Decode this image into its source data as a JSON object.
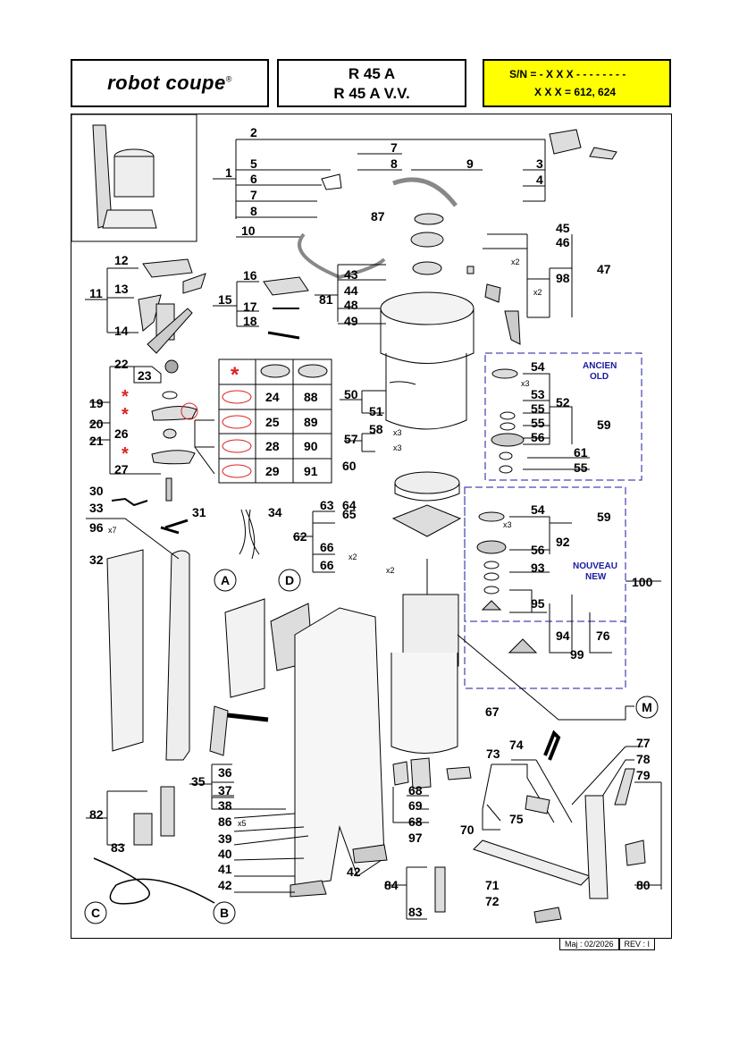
{
  "header": {
    "logo_text": "robot coupe",
    "logo_mark": "®",
    "model_line1": "R 45 A",
    "model_line2": "R 45 A V.V.",
    "serial_line1": "S/N = - X X X - - - - - - - -",
    "serial_line2": "X X X = 612, 624",
    "serial_bg_color": "#ffff00"
  },
  "footer": {
    "date": "Maj : 02/2026",
    "revision": "REV : I"
  },
  "sections": {
    "old_label_1": "ANCIEN",
    "old_label_2": "OLD",
    "new_label_1": "NOUVEAU",
    "new_label_2": "NEW",
    "accent_color": "#1a1aa0"
  },
  "table": {
    "header_star": "*",
    "rows": [
      [
        "24",
        "88"
      ],
      [
        "25",
        "89"
      ],
      [
        "28",
        "90"
      ],
      [
        "29",
        "91"
      ]
    ]
  },
  "callouts": {
    "A": "A",
    "B": "B",
    "C": "C",
    "D": "D",
    "M": "M"
  },
  "quantities": {
    "q96": "x7",
    "q53": "x3",
    "q58": "x3",
    "q57": "x3",
    "q98a": "x2",
    "q98b": "x2",
    "q66a": "x2",
    "q66b": "x2",
    "q54b": "x3",
    "q86": "x5"
  },
  "parts": {
    "p1": "1",
    "p2": "2",
    "p3": "3",
    "p4": "4",
    "p5": "5",
    "p6": "6",
    "p7a": "7",
    "p7b": "7",
    "p8a": "8",
    "p8b": "8",
    "p9": "9",
    "p10": "10",
    "p11": "11",
    "p12": "12",
    "p13": "13",
    "p14": "14",
    "p15": "15",
    "p16": "16",
    "p17": "17",
    "p18": "18",
    "p19": "19",
    "p20": "20",
    "p21": "21",
    "p22": "22",
    "p23": "23",
    "p26": "26",
    "p27": "27",
    "p30": "30",
    "p31": "31",
    "p32": "32",
    "p33": "33",
    "p34": "34",
    "p35": "35",
    "p36": "36",
    "p37": "37",
    "p38": "38",
    "p39": "39",
    "p40": "40",
    "p41": "41",
    "p42a": "42",
    "p42b": "42",
    "p43": "43",
    "p44": "44",
    "p45": "45",
    "p46": "46",
    "p47": "47",
    "p48": "48",
    "p49": "49",
    "p50": "50",
    "p51": "51",
    "p52": "52",
    "p53": "53",
    "p54a": "54",
    "p54b": "54",
    "p55a": "55",
    "p55b": "55",
    "p55c": "55",
    "p56a": "56",
    "p56b": "56",
    "p57": "57",
    "p58": "58",
    "p59a": "59",
    "p59b": "59",
    "p60": "60",
    "p61": "61",
    "p62": "62",
    "p63": "63",
    "p64": "64",
    "p65": "65",
    "p66a": "66",
    "p66b": "66",
    "p67": "67",
    "p68a": "68",
    "p68b": "68",
    "p69": "69",
    "p70": "70",
    "p71": "71",
    "p72": "72",
    "p73": "73",
    "p74": "74",
    "p75": "75",
    "p76": "76",
    "p77": "77",
    "p78": "78",
    "p79": "79",
    "p80": "80",
    "p81": "81",
    "p82": "82",
    "p83a": "83",
    "p83b": "83",
    "p84": "84",
    "p86": "86",
    "p87": "87",
    "p92": "92",
    "p93": "93",
    "p94": "94",
    "p95": "95",
    "p96": "96",
    "p97": "97",
    "p98": "98",
    "p99": "99",
    "p100": "100"
  }
}
